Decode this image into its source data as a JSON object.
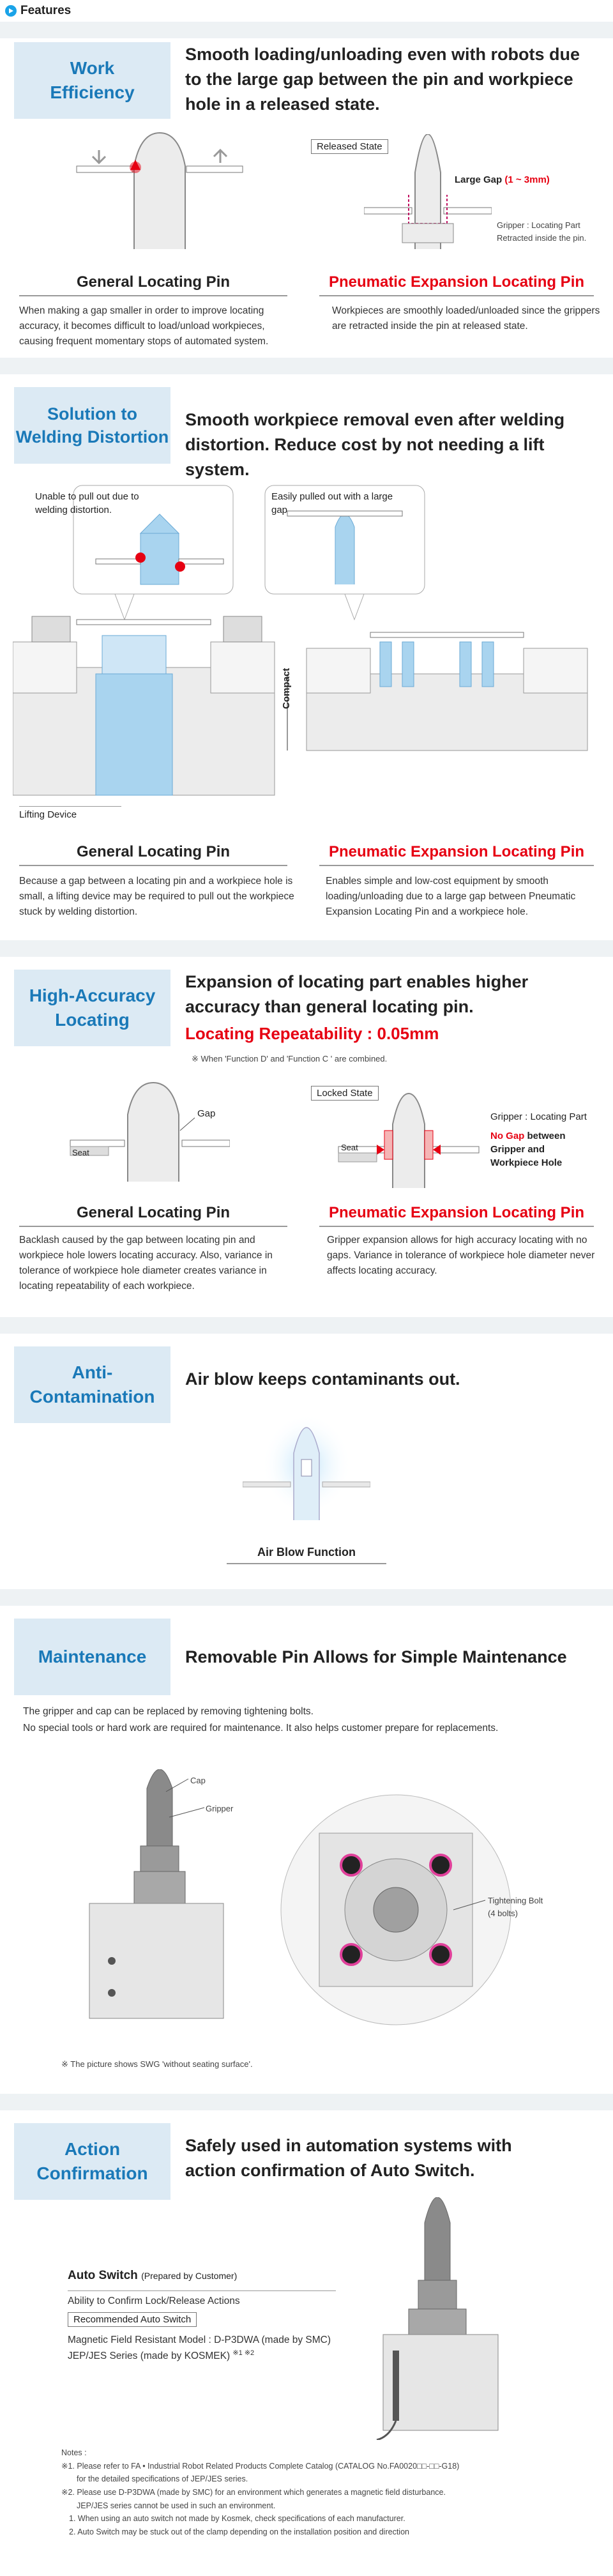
{
  "header": {
    "title": "Features"
  },
  "s1": {
    "badge": "Work\nEfficiency",
    "lead": "Smooth loading/unloading even with robots due to the large gap between the pin and workpiece hole in a released state.",
    "released_label": "Released State",
    "large_gap": "Large Gap",
    "large_gap_value": "(1 ~ 3mm)",
    "gripper_note": "Gripper : Locating Part Retracted inside the pin.",
    "left_caption": "General Locating Pin",
    "right_caption": "Pneumatic Expansion Locating Pin",
    "left_text": "When making a gap smaller in order to improve locating accuracy, it becomes difficult to load/unload workpieces, causing frequent momentary stops of automated system.",
    "right_text": "Workpieces are smoothly loaded/unloaded since the grippers are retracted inside the pin at released state."
  },
  "s2": {
    "badge": "Solution to\nWelding Distortion",
    "lead": "Smooth workpiece removal even after welding distortion. Reduce cost by not needing a lift system.",
    "bubble_left": "Unable to pull out due to welding distortion.",
    "bubble_right": "Easily pulled out with a large gap",
    "compact": "Compact",
    "lifting": "Lifting Device",
    "left_caption": "General Locating Pin",
    "right_caption": "Pneumatic Expansion Locating Pin",
    "left_text": "Because a gap between a locating pin and a workpiece hole is small, a lifting device may be required to pull out the workpiece stuck by welding distortion.",
    "right_text": "Enables simple and low-cost equipment by smooth loading/unloading due to a large gap between Pneumatic Expansion Locating Pin and a workpiece hole."
  },
  "s3": {
    "badge": "High-Accuracy\nLocating",
    "lead": "Expansion of locating part enables higher accuracy than general locating pin.",
    "repeat": "Locating Repeatability : 0.05mm",
    "note": "※ When 'Function D' and 'Function C ' are combined.",
    "gap": "Gap",
    "seat": "Seat",
    "locked": "Locked State",
    "gripper": "Gripper : Locating Part",
    "no_gap": "No Gap",
    "no_gap_rest1": " between",
    "no_gap_rest2": "Gripper and",
    "no_gap_rest3": "Workpiece Hole",
    "left_caption": "General Locating Pin",
    "right_caption": "Pneumatic Expansion Locating Pin",
    "left_text": "Backlash caused by the gap between locating pin and workpiece hole lowers locating accuracy. Also, variance in tolerance of workpiece hole diameter creates variance in locating repeatability of each workpiece.",
    "right_text": "Gripper expansion allows for high accuracy locating with no gaps. Variance in tolerance of workpiece hole diameter never affects locating accuracy."
  },
  "s4": {
    "badge": "Anti-\nContamination",
    "lead": "Air blow keeps contaminants out.",
    "caption": "Air Blow Function"
  },
  "s5": {
    "badge": "Maintenance",
    "lead": "Removable Pin Allows for Simple Maintenance",
    "text1": "The gripper and cap can be replaced by removing tightening bolts.",
    "text2": "No special tools or hard work are required for maintenance. It also helps customer prepare for replacements.",
    "cap": "Cap",
    "gripper": "Gripper",
    "bolt1": "Tightening Bolt",
    "bolt2": "(4 bolts)",
    "note": "※ The picture shows SWG 'without seating surface'."
  },
  "s6": {
    "badge": "Action\nConfirmation",
    "lead": "Safely used in automation systems with action confirmation of Auto Switch.",
    "switch_title": "Auto Switch",
    "switch_sub": "(Prepared by Customer)",
    "switch_desc": "Ability to Confirm Lock/Release Actions",
    "rec_label": "Recommended Auto Switch",
    "rec1": "Magnetic Field Resistant Model : D-P3DWA (made by SMC)",
    "rec2": "JEP/JES Series (made by KOSMEK)",
    "rec2_sup": "※1 ※2"
  },
  "notes": {
    "title": "Notes :",
    "n1a": "※1. Please refer to FA • Industrial Robot Related Products Complete Catalog (CATALOG No.FA0020□□-□□-G18)",
    "n1b": "for the detailed specifications of JEP/JES series.",
    "n2a": "※2. Please use D-P3DWA (made by SMC) for an environment which generates a magnetic field disturbance.",
    "n2b": "JEP/JES series cannot be used in such an environment.",
    "n3": "1. When using an auto switch not made by Kosmek, check specifications of each manufacturer.",
    "n4": "2. Auto Switch may be stuck out of the clamp depending on the installation position and direction"
  }
}
